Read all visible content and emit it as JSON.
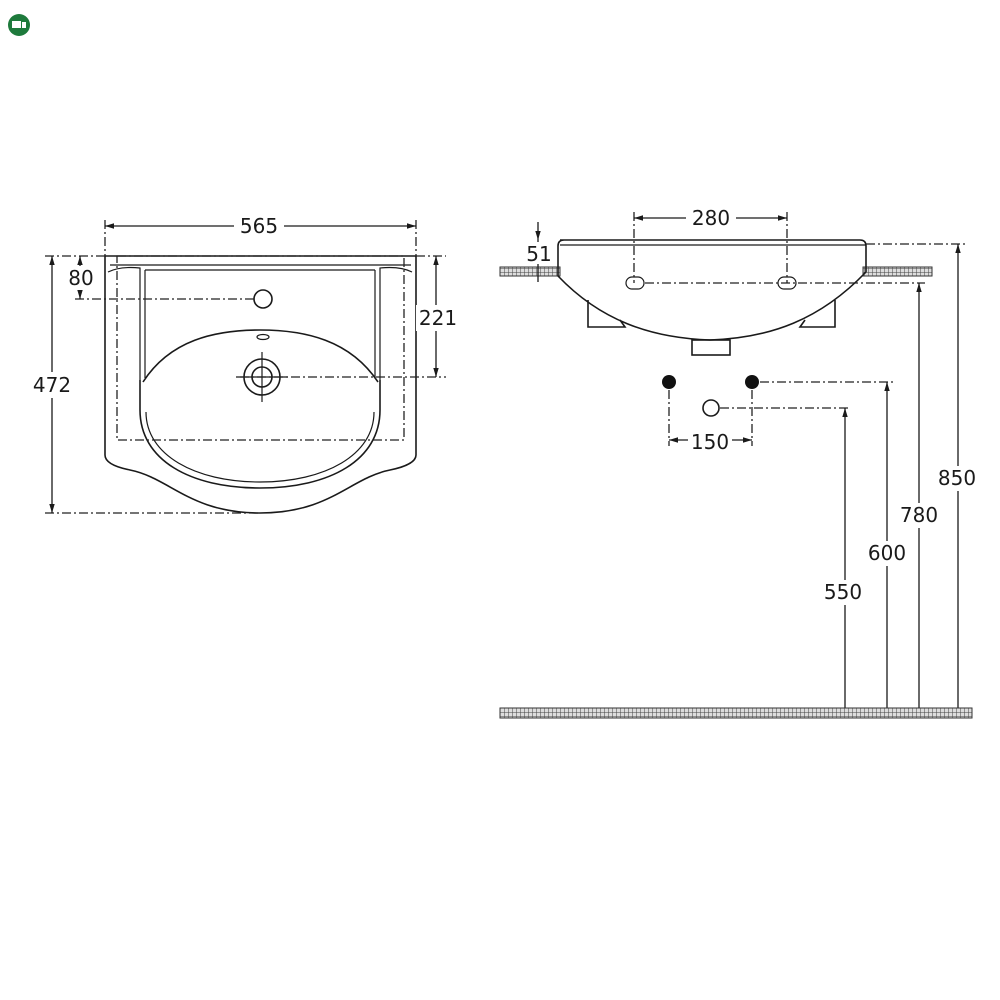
{
  "logo": {
    "icon": "green-badge-icon",
    "color": "#1e7a3c"
  },
  "top_view": {
    "width_label": "565",
    "depth_label": "472",
    "tap_hole_offset_label": "80",
    "drain_offset_label": "221"
  },
  "side_view": {
    "fixing_distance_label": "280",
    "rim_height_label": "51",
    "supply_spacing_label": "150",
    "height_labels": {
      "drain": "550",
      "supply": "600",
      "fixing": "780",
      "rim": "850"
    }
  }
}
